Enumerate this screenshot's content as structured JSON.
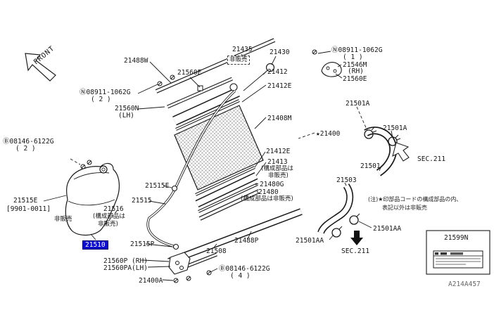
{
  "meta": {
    "drawing_code": "A214A457",
    "highlight_bg": "#0a0ac8",
    "highlight_fg": "#ffffff"
  },
  "labels": [
    {
      "id": "front",
      "text": "FRONT"
    },
    {
      "id": "p21488w",
      "text": "21488W"
    },
    {
      "id": "p21435",
      "text": "21435"
    },
    {
      "id": "nosale-top",
      "text": "非販売"
    },
    {
      "id": "p21430",
      "text": "21430"
    },
    {
      "id": "fast-n1",
      "text": "Ⓝ08911-1062G"
    },
    {
      "id": "fast-n1-qty",
      "text": "( 1 )"
    },
    {
      "id": "p21546m",
      "text": "21546M"
    },
    {
      "id": "p21546m-rh",
      "text": "(RH)"
    },
    {
      "id": "p21560e-r",
      "text": "21560E"
    },
    {
      "id": "p21560e-l",
      "text": "21560E"
    },
    {
      "id": "fast-n2",
      "text": "Ⓝ08911-1062G"
    },
    {
      "id": "fast-n2-qty",
      "text": "( 2 )"
    },
    {
      "id": "p21412",
      "text": "21412"
    },
    {
      "id": "p21412e-1",
      "text": "21412E"
    },
    {
      "id": "p21560n",
      "text": "21560N"
    },
    {
      "id": "p21560n-lh",
      "text": "(LH)"
    },
    {
      "id": "p21501a-1",
      "text": "21501A"
    },
    {
      "id": "p21408m",
      "text": "21408M"
    },
    {
      "id": "p21501a-2",
      "text": "21501A"
    },
    {
      "id": "p21400",
      "text": "★21400"
    },
    {
      "id": "fast-b1",
      "text": "Ⓑ08146-6122G"
    },
    {
      "id": "fast-b1-qty",
      "text": "( 2 )"
    },
    {
      "id": "p21412e-2",
      "text": "21412E"
    },
    {
      "id": "p21413",
      "text": "21413"
    },
    {
      "id": "p21413-n1",
      "text": "(構成部品は"
    },
    {
      "id": "p21413-n2",
      "text": "非販売)"
    },
    {
      "id": "p21480g",
      "text": "21480G"
    },
    {
      "id": "sec211-right",
      "text": "SEC.211"
    },
    {
      "id": "p21501",
      "text": "21501"
    },
    {
      "id": "p21515e-c",
      "text": "21515E"
    },
    {
      "id": "p21480",
      "text": "21480"
    },
    {
      "id": "p21480-note",
      "text": "(構成部品は非販売)"
    },
    {
      "id": "p21503",
      "text": "21503"
    },
    {
      "id": "p21515e-l",
      "text": "21515E"
    },
    {
      "id": "p21515e-rng",
      "text": "[9901-0011]"
    },
    {
      "id": "p21515",
      "text": "21515"
    },
    {
      "id": "p21516",
      "text": "21516"
    },
    {
      "id": "p21516-n1",
      "text": "(構成部品は"
    },
    {
      "id": "p21516-n2",
      "text": "非販売)"
    },
    {
      "id": "nosale-left",
      "text": "非販売"
    },
    {
      "id": "note-line1",
      "text": "(注)★印部品コードの構成部品の内、"
    },
    {
      "id": "note-line2",
      "text": "表記以外は非販売"
    },
    {
      "id": "p21510",
      "text": "21510"
    },
    {
      "id": "p21515p",
      "text": "21515P"
    },
    {
      "id": "p21488p",
      "text": "21488P"
    },
    {
      "id": "p21501aa-r",
      "text": "21501AA"
    },
    {
      "id": "p21501aa-l",
      "text": "21501AA"
    },
    {
      "id": "p21508",
      "text": "21508"
    },
    {
      "id": "sec211-bottom",
      "text": "SEC.211"
    },
    {
      "id": "p21560p",
      "text": "21560P (RH)"
    },
    {
      "id": "p21560pa",
      "text": "21560PA(LH)"
    },
    {
      "id": "fast-b2",
      "text": "Ⓑ08146-6122G"
    },
    {
      "id": "fast-b2-qty",
      "text": "( 4 )"
    },
    {
      "id": "p21400a",
      "text": "21400A"
    },
    {
      "id": "p21599n",
      "text": "21599N"
    },
    {
      "id": "drawing-code",
      "text": "A214A457"
    }
  ]
}
